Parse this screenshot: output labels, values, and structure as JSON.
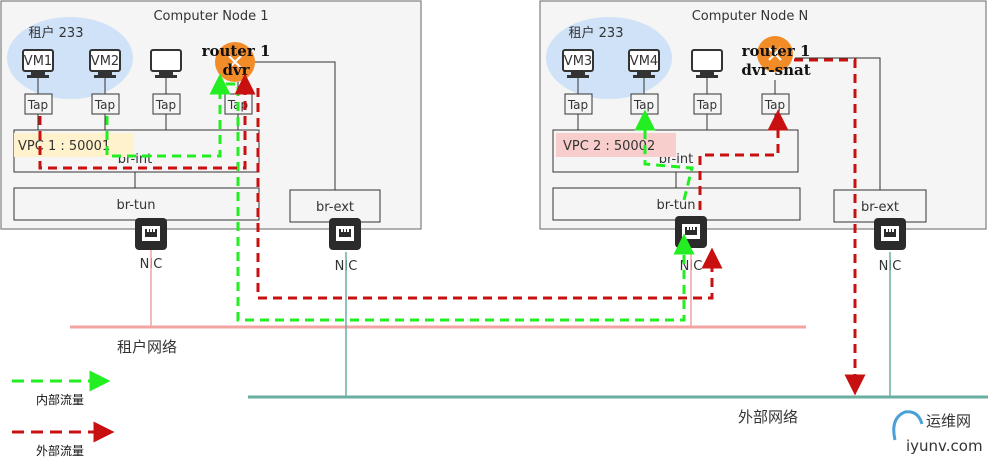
{
  "nodes": [
    {
      "title": "Computer Node 1",
      "tenant": "租户 233",
      "vms": [
        "VM1",
        "VM2"
      ],
      "vpc": "VPC 1 : 50001",
      "router": [
        "router 1",
        "dvr"
      ],
      "br_int": "br-int",
      "br_tun": "br-tun",
      "br_ext": "br-ext",
      "nic_tun": "NIC",
      "nic_ext": "NIC",
      "taps": [
        "Tap",
        "Tap",
        "Tap",
        "Tap"
      ]
    },
    {
      "title": "Computer Node N",
      "tenant": "租户 233",
      "vms": [
        "VM3",
        "VM4"
      ],
      "vpc": "VPC 2 : 50002",
      "router": [
        "router 1",
        "dvr-snat"
      ],
      "br_int": "br-int",
      "br_tun": "br-tun",
      "br_ext": "br-ext",
      "nic_tun": "NIC",
      "nic_ext": "NIC",
      "taps": [
        "Tap",
        "Tap",
        "Tap",
        "Tap"
      ]
    }
  ],
  "networks": {
    "tenant": "租户网络",
    "external": "外部网络"
  },
  "legend": {
    "internal": "内部流量",
    "external": "外部流量"
  },
  "watermark": {
    "cn": "运维网",
    "url": "iyunv.com"
  },
  "colors": {
    "internal": "#22ee22",
    "external": "#c81010",
    "tenant_net": "#f4a3a3",
    "external_net": "#6aaea0",
    "router": "#f28c28",
    "cloud": "#cfe2f7",
    "vpc1": "#fff2cc",
    "vpc2": "#f8cecc"
  }
}
